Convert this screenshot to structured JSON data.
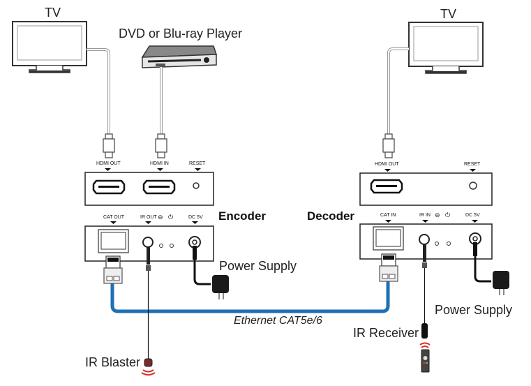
{
  "devices": {
    "tv_left": {
      "label": "TV"
    },
    "tv_right": {
      "label": "TV"
    },
    "player": {
      "label": "DVD or Blu-ray Player"
    },
    "encoder": {
      "label": "Encoder",
      "top_ports": [
        "HDMI OUT",
        "HDMI IN",
        "RESET"
      ],
      "bottom_ports": [
        "CAT OUT",
        "IR OUT",
        "DC 5V"
      ]
    },
    "decoder": {
      "label": "Decoder",
      "top_ports": [
        "HDMI OUT",
        "RESET"
      ],
      "bottom_ports": [
        "CAT IN",
        "IR IN",
        "DC 5V"
      ]
    }
  },
  "accessories": {
    "power_supply_left": "Power Supply",
    "power_supply_right": "Power Supply",
    "ir_blaster": "IR Blaster",
    "ir_receiver": "IR Receiver"
  },
  "cables": {
    "ethernet": "Ethernet CAT5e/6"
  },
  "colors": {
    "ethernet_cable": "#1f6fb5",
    "ir_signal": "#d9302c",
    "outline": "#1a1a1a"
  }
}
